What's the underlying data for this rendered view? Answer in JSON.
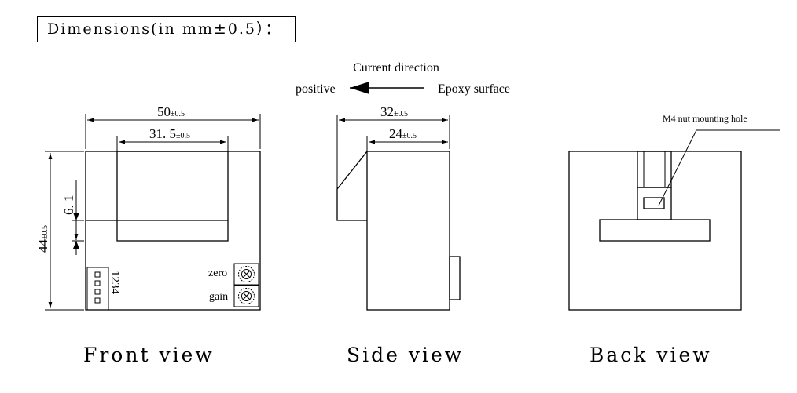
{
  "title": "Dimensions(in mm±0.5）：",
  "direction": {
    "heading": "Current direction",
    "left_label": "positive",
    "right_label": "Epoxy surface"
  },
  "front": {
    "dim_width_main": "50",
    "dim_width_tol": "±0.5",
    "dim_window_main": "31. 5",
    "dim_window_tol": "±0.5",
    "dim_height_main": "44",
    "dim_height_tol": "±0.5",
    "dim_offset": "6. 1",
    "pin_numbers": "1234",
    "zero_label": "zero",
    "gain_label": "gain",
    "caption": "Front view"
  },
  "side": {
    "dim_depth_main": "32",
    "dim_depth_tol": "±0.5",
    "dim_body_main": "24",
    "dim_body_tol": "±0.5",
    "caption": "Side view"
  },
  "back": {
    "hole_label": "M4 nut mounting hole",
    "caption": "Back view"
  }
}
